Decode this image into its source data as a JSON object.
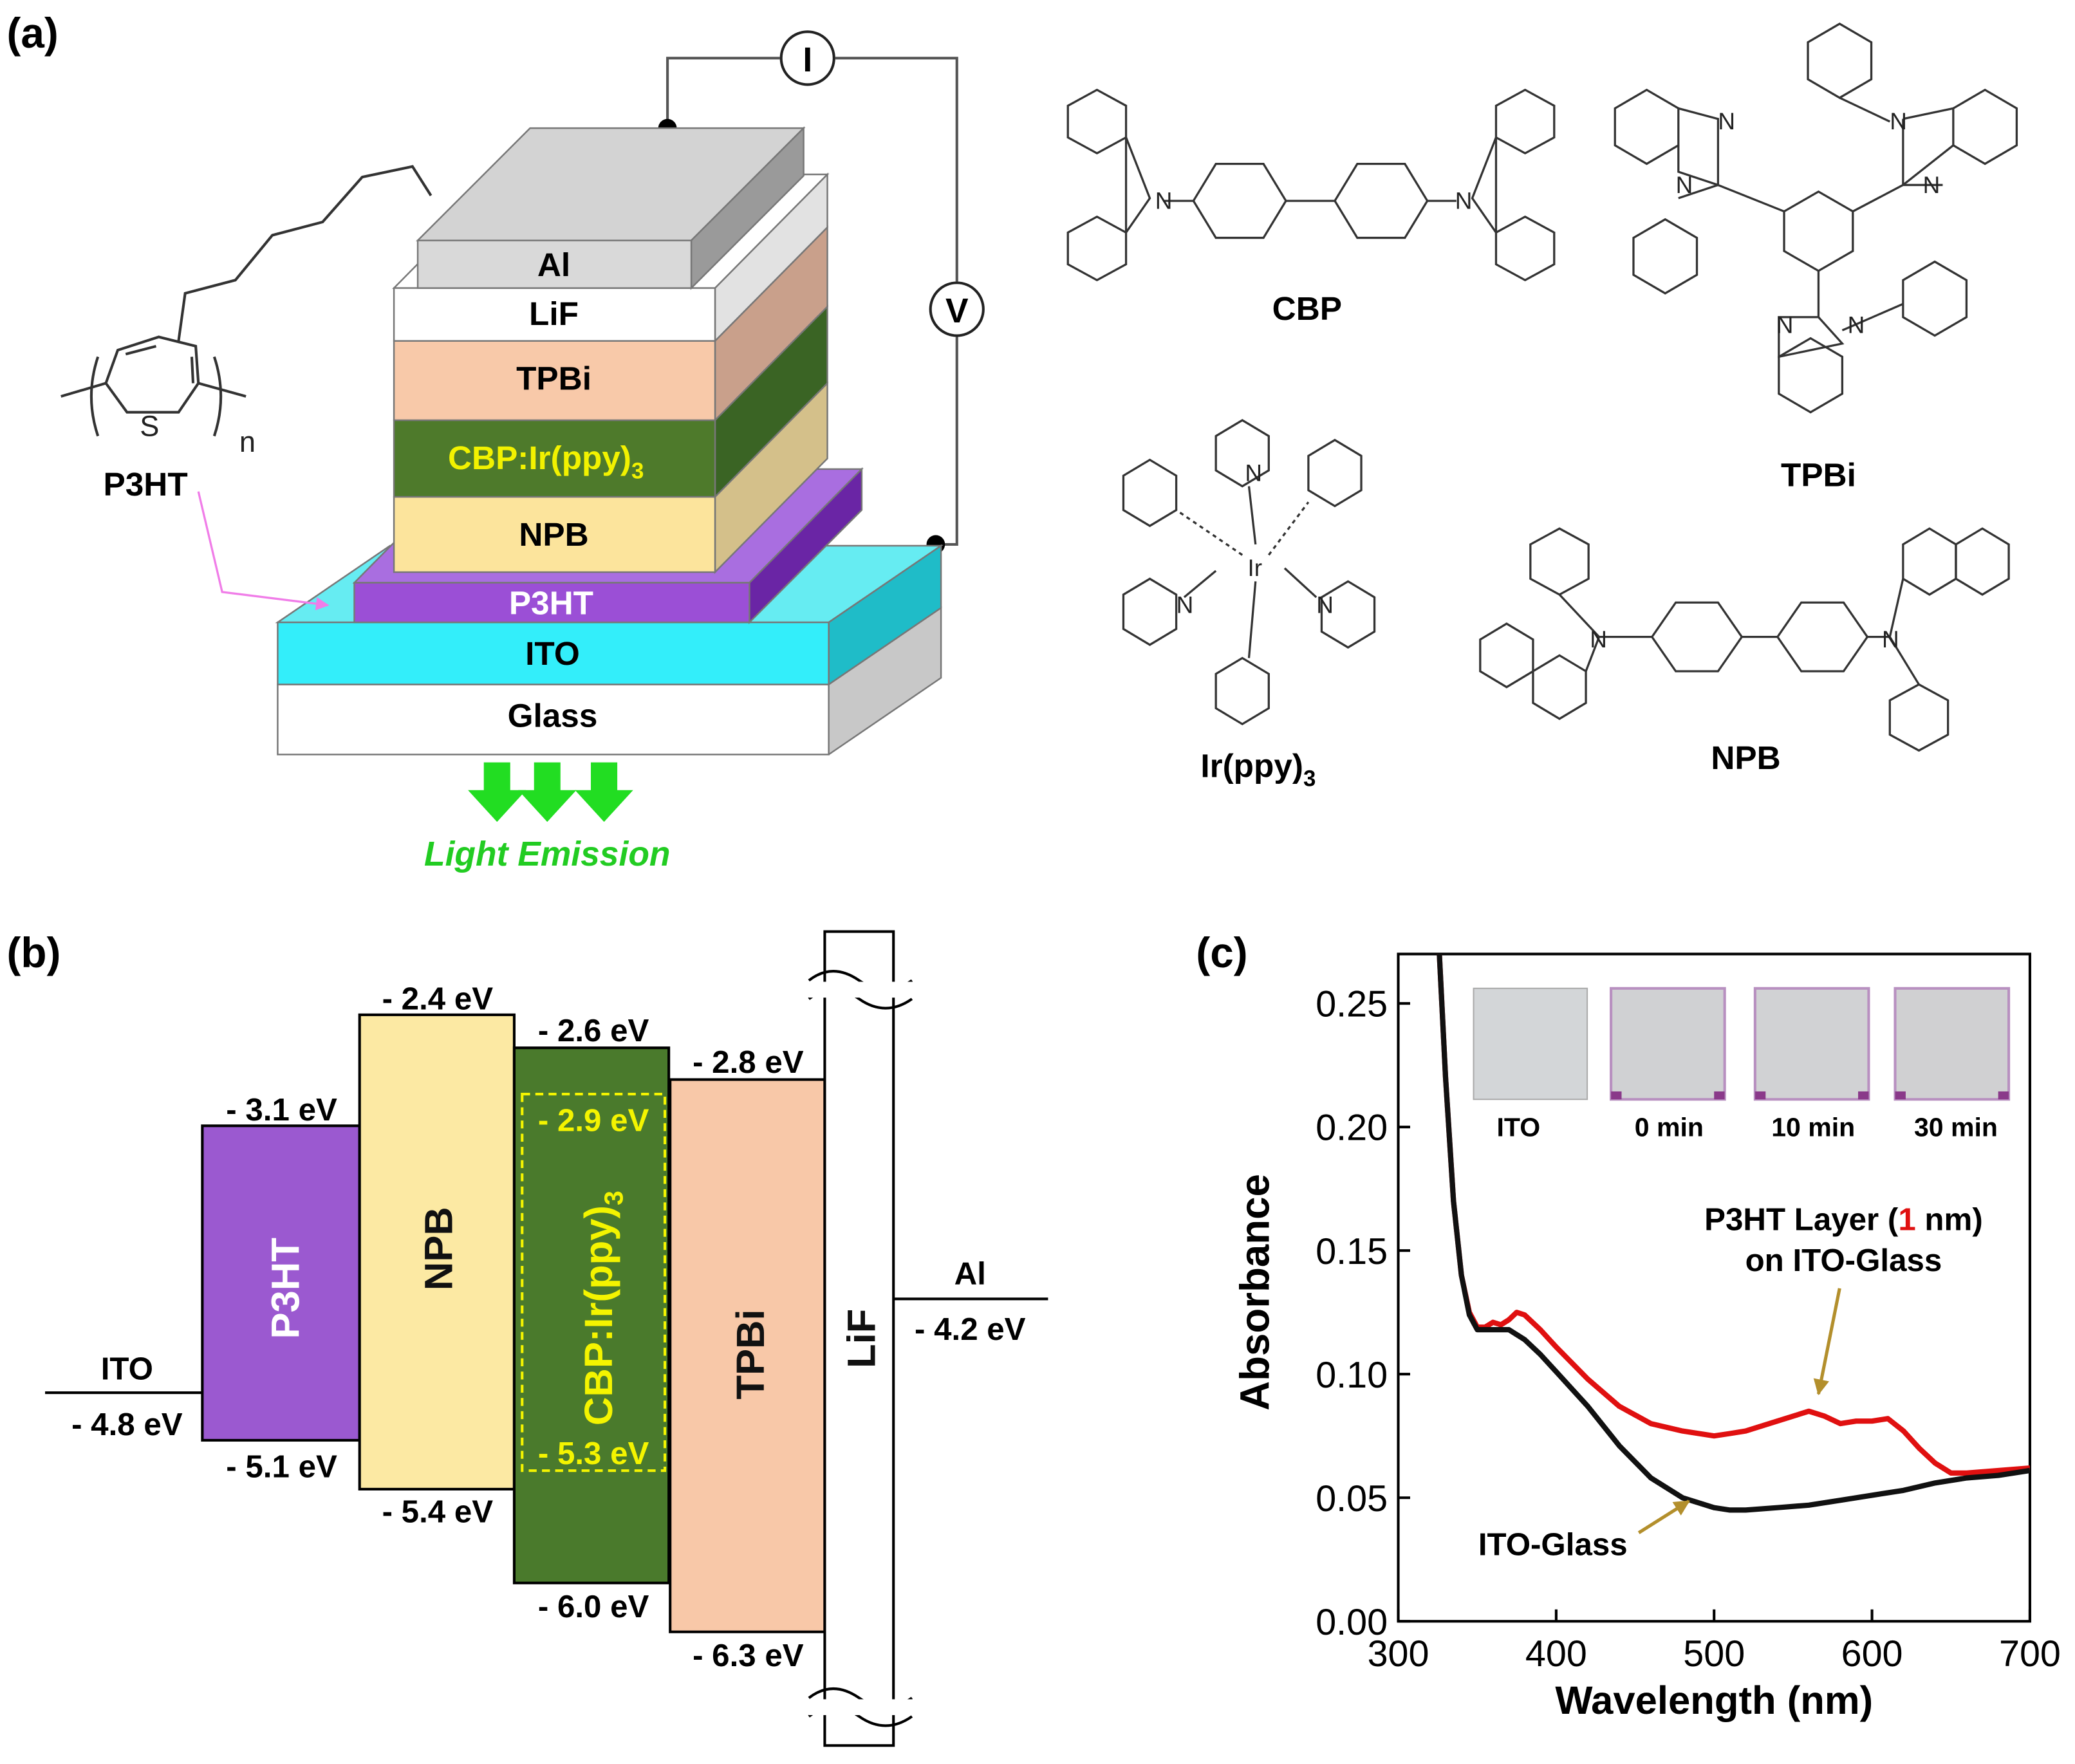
{
  "panel_labels": {
    "a": "(a)",
    "b": "(b)",
    "c": "(c)"
  },
  "panel_a": {
    "device_layers": [
      "Al",
      "LiF",
      "TPBi",
      "CBP:Ir(ppy)",
      "NPB",
      "P3HT",
      "ITO",
      "Glass"
    ],
    "dopant_subscript": "3",
    "current_meter": "I",
    "voltage_meter": "V",
    "emission_label": "Light Emission",
    "polymer": {
      "name": "P3HT",
      "sulfur": "S",
      "repeat": "n"
    },
    "molecules": {
      "cbp": "CBP",
      "tpbi": "TPBi",
      "irppy": "Ir(ppy)",
      "irppy_sub": "3",
      "npb": "NPB"
    },
    "atoms": {
      "N": "N",
      "Ir": "Ir"
    }
  },
  "panel_b": {
    "ito_name": "ITO",
    "ito_wf": "- 4.8 eV",
    "al_name": "Al",
    "al_wf": "- 4.2 eV",
    "lif_name": "LiF",
    "layers": [
      {
        "name": "P3HT",
        "lumo": "- 3.1 eV",
        "homo": "- 5.1 eV",
        "color": "#9b59d0"
      },
      {
        "name": "NPB",
        "lumo": "- 2.4 eV",
        "homo": "- 5.4 eV",
        "color": "#fce9a3"
      },
      {
        "name": "CBP:Ir(ppy)",
        "lumo": "- 2.6 eV",
        "homo": "- 6.0 eV",
        "color": "#4a7a2c"
      },
      {
        "name": "TPBi",
        "lumo": "- 2.8 eV",
        "homo": "- 6.3 eV",
        "color": "#f8c8a8"
      }
    ],
    "dopant_sub": "3",
    "dopant_lumo": "- 2.9 eV",
    "dopant_homo": "- 5.3 eV"
  },
  "panel_c": {
    "chart_data": {
      "type": "line",
      "xlabel": "Wavelength (nm)",
      "ylabel": "Absorbance",
      "xlim": [
        300,
        700
      ],
      "ylim": [
        0,
        0.27
      ],
      "xticks": [
        "300",
        "400",
        "500",
        "600",
        "700"
      ],
      "yticks": [
        "0.00",
        "0.05",
        "0.10",
        "0.15",
        "0.20",
        "0.25"
      ],
      "series": [
        {
          "color": "#e01010",
          "x": [
            326,
            330,
            335,
            340,
            345,
            350,
            355,
            360,
            365,
            370,
            375,
            380,
            390,
            400,
            420,
            440,
            460,
            480,
            500,
            510,
            520,
            540,
            560,
            570,
            580,
            590,
            600,
            610,
            620,
            630,
            640,
            650,
            660,
            680,
            700
          ],
          "y": [
            0.27,
            0.22,
            0.17,
            0.14,
            0.125,
            0.119,
            0.119,
            0.121,
            0.12,
            0.122,
            0.125,
            0.124,
            0.118,
            0.111,
            0.098,
            0.087,
            0.08,
            0.077,
            0.075,
            0.076,
            0.077,
            0.081,
            0.085,
            0.083,
            0.08,
            0.081,
            0.081,
            0.082,
            0.077,
            0.07,
            0.064,
            0.06,
            0.06,
            0.061,
            0.062
          ]
        },
        {
          "color": "#111111",
          "x": [
            326,
            330,
            335,
            340,
            345,
            350,
            355,
            360,
            365,
            370,
            375,
            380,
            390,
            400,
            420,
            440,
            460,
            480,
            500,
            510,
            520,
            540,
            560,
            580,
            600,
            620,
            640,
            660,
            680,
            700
          ],
          "y": [
            0.27,
            0.22,
            0.17,
            0.14,
            0.124,
            0.118,
            0.118,
            0.118,
            0.118,
            0.118,
            0.116,
            0.114,
            0.108,
            0.101,
            0.087,
            0.071,
            0.058,
            0.05,
            0.046,
            0.045,
            0.045,
            0.046,
            0.047,
            0.049,
            0.051,
            0.053,
            0.056,
            0.058,
            0.059,
            0.061
          ]
        }
      ],
      "annotations": {
        "p3ht_line1_a": "P3HT Layer (",
        "p3ht_line1_b": "1",
        "p3ht_line1_c": " nm)",
        "p3ht_line2": "on ITO-Glass",
        "ito": "ITO-Glass"
      }
    },
    "inset_labels": [
      "ITO",
      "0 min",
      "10 min",
      "30 min"
    ]
  }
}
